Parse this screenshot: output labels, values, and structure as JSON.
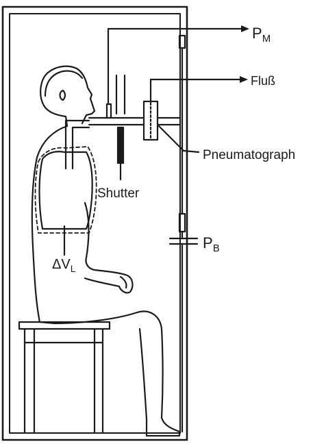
{
  "labels": {
    "p_m": {
      "main": "P",
      "sub": "M"
    },
    "flow": "Fluß",
    "pneumatograph": "Pneumatograph",
    "shutter": "Shutter",
    "p_b": {
      "main": "P",
      "sub": "B"
    },
    "delta_v": {
      "main": "ΔV",
      "sub": "L"
    }
  },
  "colors": {
    "stroke": "#1a1a1a",
    "background": "#ffffff"
  }
}
